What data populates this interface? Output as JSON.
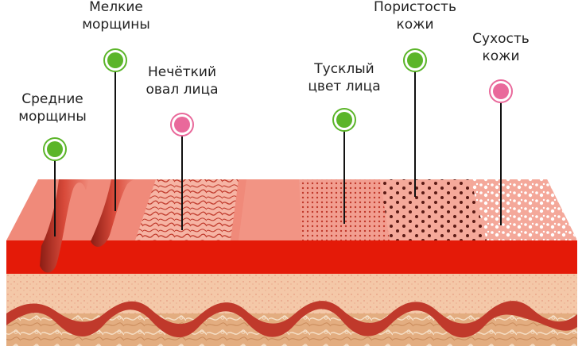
{
  "colors": {
    "green_marker": "#5bb529",
    "pink_marker": "#e9699b",
    "epidermis_top": "#f08a7a",
    "epidermis_band": "#e41a08",
    "dermis": "#f4c8a8",
    "wave": "#c0392b",
    "deep_layer": "#e7b48a"
  },
  "labels": {
    "fine_wrinkles": {
      "line1": "Мелкие",
      "line2": "морщины",
      "marker": "green"
    },
    "medium_wrinkles": {
      "line1": "Средние",
      "line2": "морщины",
      "marker": "green"
    },
    "blurry_oval": {
      "line1": "Нечёткий",
      "line2": "овал лица",
      "marker": "pink"
    },
    "dull_complexion": {
      "line1": "Тусклый",
      "line2": "цвет лица",
      "marker": "green"
    },
    "porosity": {
      "line1": "Пористость",
      "line2": "кожи",
      "marker": "green"
    },
    "dryness": {
      "line1": "Сухость",
      "line2": "кожи",
      "marker": "pink"
    }
  }
}
